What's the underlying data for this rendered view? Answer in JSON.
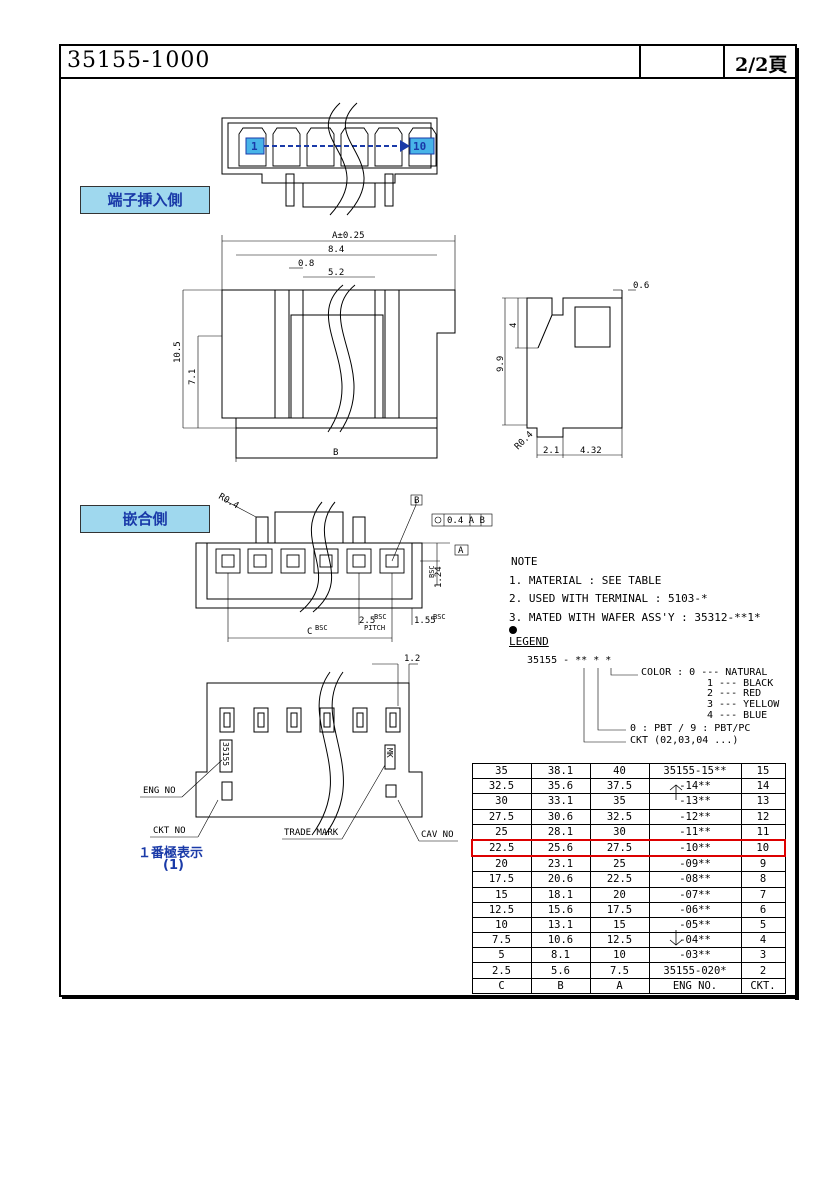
{
  "title_block": {
    "part_number": "35155-1000",
    "page": "2/2頁"
  },
  "views": {
    "terminal_insertion_side": "端子挿入側",
    "mating_side": "嵌合側",
    "pin1_marker": "1",
    "pin10_marker": "10"
  },
  "dimensions": {
    "a_tol": "A±0.25",
    "d84": "8.4",
    "d08": "0.8",
    "d52": "5.2",
    "d105": "10.5",
    "d71": "7.1",
    "b": "B",
    "d06": "0.6",
    "d4": "4",
    "d99": "9.9",
    "r04": "R0.4",
    "d21": "2.1",
    "d432": "4.32",
    "r04_top": "R0.4",
    "datum_b": "B",
    "datum_a": "A",
    "position_tol": "0.4 A B",
    "d124": "1.24",
    "bsc": "BSC",
    "c_bsc": "C",
    "pitch": "2.5",
    "pitch_label": "PITCH",
    "d155": "1.55",
    "d12": "1.2"
  },
  "notes": {
    "heading": "NOTE",
    "n1": "1. MATERIAL : SEE TABLE",
    "n2": "2. USED WITH TERMINAL : 5103-*",
    "n3": "3. MATED WITH WAFER ASS'Y : 35312-**1*",
    "legend_heading": "LEGEND",
    "legend_code": "35155 - ** * *",
    "color_label": "COLOR : 0 --- NATURAL",
    "c1": "1 --- BLACK",
    "c2": "2 --- RED",
    "c3": "3 --- YELLOW",
    "c4": "4 --- BLUE",
    "material_label": "0 : PBT / 9 : PBT/PC",
    "ckt_label": "CKT (02,03,04 ...)"
  },
  "bottom_view": {
    "eng_no": "ENG NO",
    "ckt_no": "CKT NO",
    "trade_mark": "TRADE MARK",
    "cav_no": "CAV NO",
    "stamp_part": "35155",
    "stamp_mk": "MK",
    "pin1_display": "１番極表示",
    "pin1_num": "(1)"
  },
  "table": {
    "header": [
      "C",
      "B",
      "A",
      "ENG NO.",
      "CKT."
    ],
    "rows": [
      [
        "35",
        "38.1",
        "40",
        "35155-15**",
        "15"
      ],
      [
        "32.5",
        "35.6",
        "37.5",
        "-14**",
        "14"
      ],
      [
        "30",
        "33.1",
        "35",
        "-13**",
        "13"
      ],
      [
        "27.5",
        "30.6",
        "32.5",
        "-12**",
        "12"
      ],
      [
        "25",
        "28.1",
        "30",
        "-11**",
        "11"
      ],
      [
        "22.5",
        "25.6",
        "27.5",
        "-10**",
        "10"
      ],
      [
        "20",
        "23.1",
        "25",
        "-09**",
        "9"
      ],
      [
        "17.5",
        "20.6",
        "22.5",
        "-08**",
        "8"
      ],
      [
        "15",
        "18.1",
        "20",
        "-07**",
        "7"
      ],
      [
        "12.5",
        "15.6",
        "17.5",
        "-06**",
        "6"
      ],
      [
        "10",
        "13.1",
        "15",
        "-05**",
        "5"
      ],
      [
        "7.5",
        "10.6",
        "12.5",
        "-04**",
        "4"
      ],
      [
        "5",
        "8.1",
        "10",
        "-03**",
        "3"
      ],
      [
        "2.5",
        "5.6",
        "7.5",
        "35155-020*",
        "2"
      ]
    ],
    "highlight_row": 5,
    "highlight_color": "#d00000"
  },
  "colors": {
    "accent_blue": "#1a3aa8",
    "label_bg": "#9fd8ee",
    "pin_box": "#48b4e8"
  }
}
